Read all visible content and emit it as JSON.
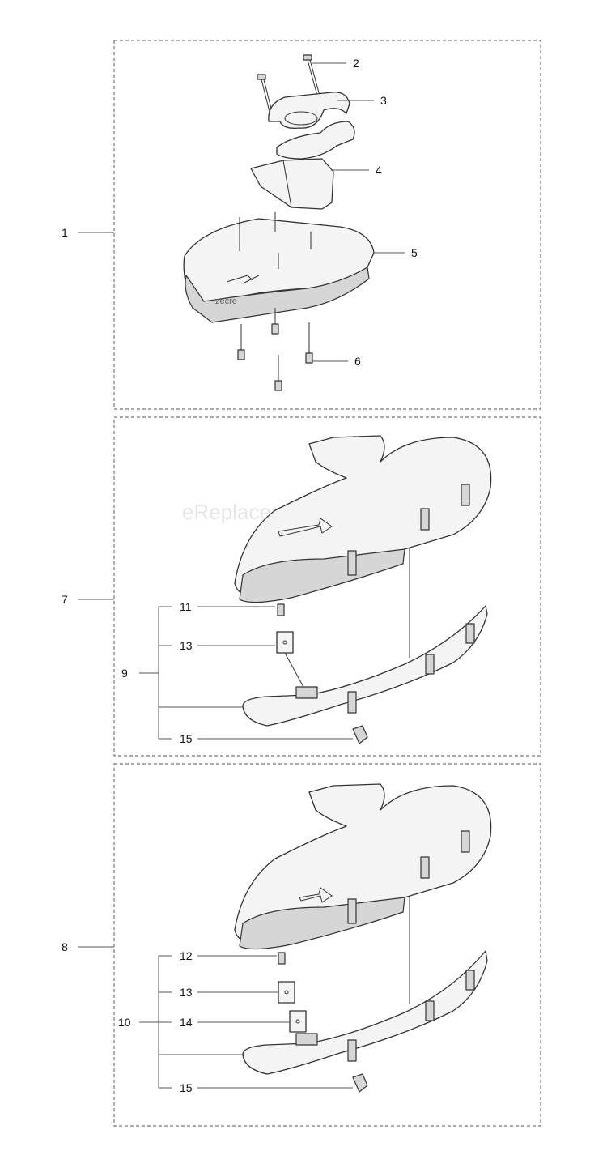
{
  "watermark": "eReplacementParts.com",
  "guard_logo": "zecre",
  "callouts": {
    "c1": "1",
    "c2": "2",
    "c3": "3",
    "c4": "4",
    "c5": "5",
    "c6": "6",
    "c7": "7",
    "c8": "8",
    "c9": "9",
    "c10": "10",
    "c11": "11",
    "c12": "12",
    "c13a": "13",
    "c13b": "13",
    "c14": "14",
    "c15a": "15",
    "c15b": "15"
  }
}
